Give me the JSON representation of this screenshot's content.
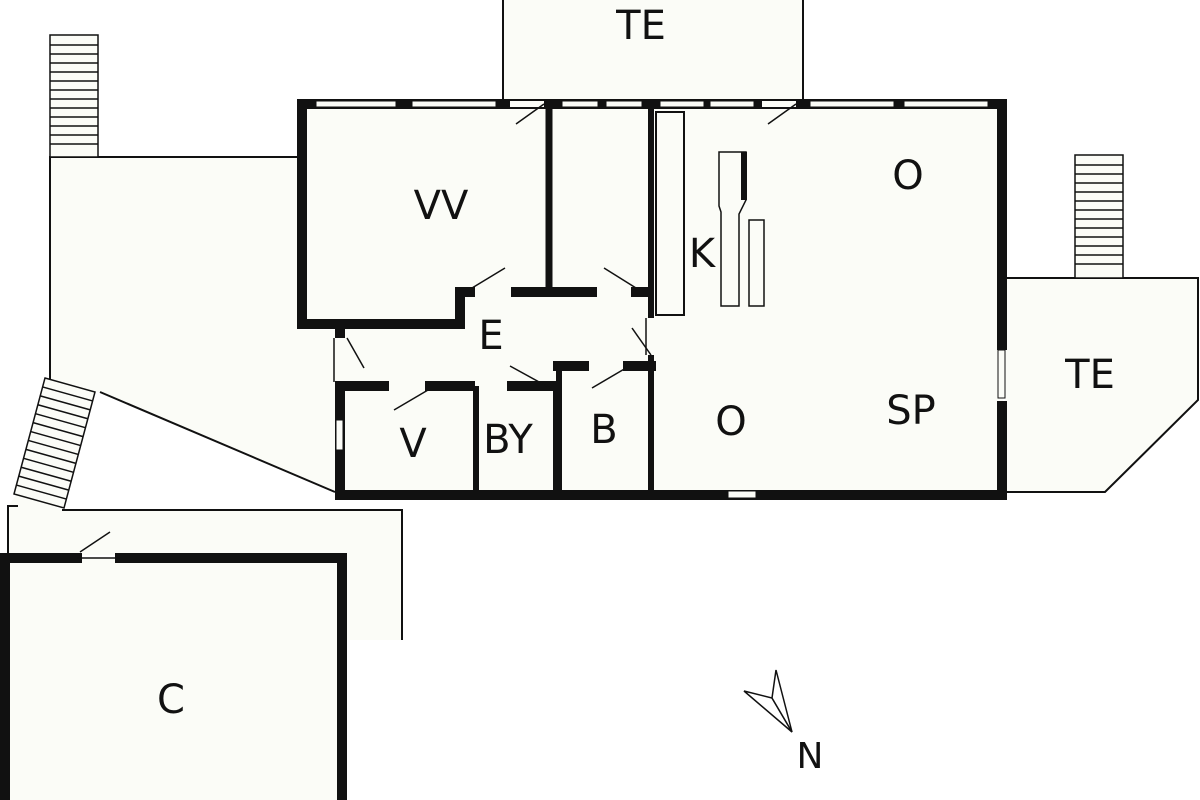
{
  "rooms": {
    "terrace_top": "TE",
    "bedroom_vv": "VV",
    "kitchen": "K",
    "living_o_top": "O",
    "entrance": "E",
    "laundry_v": "V",
    "bathroom_by": "BY",
    "bath_b": "B",
    "living_o_bottom": "O",
    "dining_sp": "SP",
    "terrace_right": "TE",
    "carport": "C"
  },
  "compass": {
    "north_label": "N"
  },
  "colors": {
    "wall": "#111111",
    "floor": "#fbfcf7",
    "background": "#ffffff"
  }
}
